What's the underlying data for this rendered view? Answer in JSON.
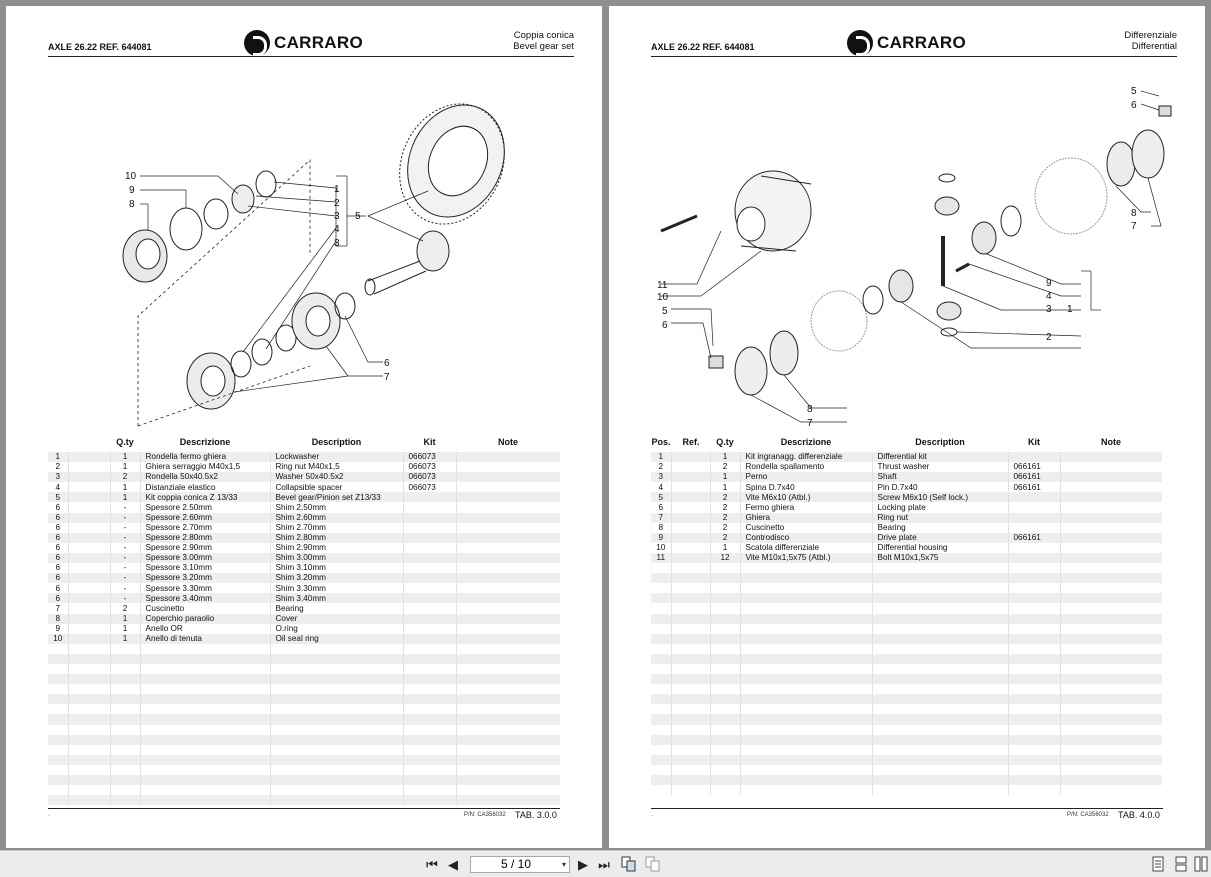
{
  "pages": [
    {
      "header_left": "AXLE 26.22  REF. 644081",
      "brand": "CARRARO",
      "title_it": "Coppia conica",
      "title_en": "Bevel gear set",
      "columns": {
        "qty": "Q.ty",
        "descr_it": "Descrizione",
        "descr_en": "Description",
        "kit": "Kit",
        "note": "Note"
      },
      "rows": [
        [
          "1",
          "",
          "1",
          "Rondella fermo ghiera",
          "Lockwasher",
          "066073",
          ""
        ],
        [
          "2",
          "",
          "1",
          "Ghiera serraggio M40x1,5",
          "Ring nut M40x1,5",
          "066073",
          ""
        ],
        [
          "3",
          "",
          "2",
          "Rondella 50x40.5x2",
          "Washer 50x40.5x2",
          "066073",
          ""
        ],
        [
          "4",
          "",
          "1",
          "Distanziale elastico",
          "Collapsible spacer",
          "066073",
          ""
        ],
        [
          "5",
          "",
          "1",
          "Kit coppia conica Z 13/33",
          "Bevel gear/Pinion set Z13/33",
          "",
          ""
        ],
        [
          "6",
          "",
          "-",
          "Spessore 2.50mm",
          "Shim 2.50mm",
          "",
          ""
        ],
        [
          "6",
          "",
          "-",
          "Spessore 2.60mm",
          "Shim 2.60mm",
          "",
          ""
        ],
        [
          "6",
          "",
          "-",
          "Spessore 2.70mm",
          "Shim 2.70mm",
          "",
          ""
        ],
        [
          "6",
          "",
          "-",
          "Spessore 2.80mm",
          "Shim 2.80mm",
          "",
          ""
        ],
        [
          "6",
          "",
          "-",
          "Spessore 2.90mm",
          "Shim 2.90mm",
          "",
          ""
        ],
        [
          "6",
          "",
          "-",
          "Spessore 3.00mm",
          "Shim 3.00mm",
          "",
          ""
        ],
        [
          "6",
          "",
          "-",
          "Spessore 3.10mm",
          "Shim 3.10mm",
          "",
          ""
        ],
        [
          "6",
          "",
          "-",
          "Spessore 3.20mm",
          "Shim 3.20mm",
          "",
          ""
        ],
        [
          "6",
          "",
          "-",
          "Spessore 3.30mm",
          "Shim 3.30mm",
          "",
          ""
        ],
        [
          "6",
          "",
          "-",
          "Spessore 3.40mm",
          "Shim 3.40mm",
          "",
          ""
        ],
        [
          "7",
          "",
          "2",
          "Cuscinetto",
          "Bearing",
          "",
          ""
        ],
        [
          "8",
          "",
          "1",
          "Coperchio paraolio",
          "Cover",
          "",
          ""
        ],
        [
          "9",
          "",
          "1",
          "Anello OR",
          "O.ring",
          "",
          ""
        ],
        [
          "10",
          "",
          "1",
          "Anello di tenuta",
          "Oil seal ring",
          "",
          ""
        ]
      ],
      "footer_dot": ".",
      "footer_pn": "P/N: CA356032",
      "footer_tab": "TAB. 3.0.0",
      "callouts": [
        "10",
        "9",
        "8",
        "1",
        "2",
        "3",
        "4",
        "3",
        "5",
        "6",
        "7"
      ]
    },
    {
      "header_left": "AXLE 26.22  REF. 644081",
      "brand": "CARRARO",
      "title_it": "Differenziale",
      "title_en": "Differential",
      "columns": {
        "pos": "Pos.",
        "ref": "Ref.",
        "qty": "Q.ty",
        "descr_it": "Descrizione",
        "descr_en": "Description",
        "kit": "Kit",
        "note": "Note"
      },
      "rows": [
        [
          "1",
          "",
          "1",
          "Kit ingranagg. differenziale",
          "Differential kit",
          "",
          ""
        ],
        [
          "2",
          "",
          "2",
          "Rondella spallamento",
          "Thrust washer",
          "066161",
          ""
        ],
        [
          "3",
          "",
          "1",
          "Perno",
          "Shaft",
          "066161",
          ""
        ],
        [
          "4",
          "",
          "1",
          "Spina D.7x40",
          "Pin D.7x40",
          "066161",
          ""
        ],
        [
          "5",
          "",
          "2",
          "Vite M6x10 (Atbl.)",
          "Screw M6x10 (Self lock.)",
          "",
          ""
        ],
        [
          "6",
          "",
          "2",
          "Fermo ghiera",
          "Locking plate",
          "",
          ""
        ],
        [
          "7",
          "",
          "2",
          "Ghiera",
          "Ring nut",
          "",
          ""
        ],
        [
          "8",
          "",
          "2",
          "Cuscinetto",
          "Bearing",
          "",
          ""
        ],
        [
          "9",
          "",
          "2",
          "Controdisco",
          "Drive plate",
          "066161",
          ""
        ],
        [
          "10",
          "",
          "1",
          "Scatola differenziale",
          "Differential housing",
          "",
          ""
        ],
        [
          "11",
          "",
          "12",
          "Vite M10x1,5x75 (Atbl.)",
          "Bolt M10x1,5x75",
          "",
          ""
        ]
      ],
      "footer_dot": ".",
      "footer_pn": "P/N: CA356032",
      "footer_tab": "TAB. 4.0.0",
      "callouts": [
        "5",
        "6",
        "8",
        "7",
        "11",
        "10",
        "5",
        "6",
        "9",
        "4",
        "3",
        "1",
        "2",
        "8",
        "7"
      ]
    }
  ],
  "toolbar": {
    "page_indicator": "5 / 10",
    "icons": [
      "first-page-icon",
      "prev-page-icon",
      "next-page-icon",
      "last-page-icon",
      "two-page-view-icon",
      "single-page-view-icon",
      "single-page-layout-icon",
      "continuous-layout-icon",
      "facing-layout-icon"
    ]
  }
}
